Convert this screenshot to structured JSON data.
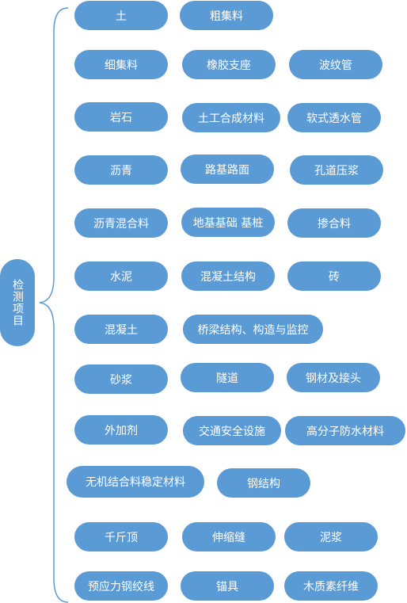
{
  "diagram": {
    "root": {
      "label": "检测项目"
    },
    "rows": [
      [
        "土",
        "粗集料"
      ],
      [
        "细集料",
        "橡胶支座",
        "波纹管"
      ],
      [
        "岩石",
        "土工合成材料",
        "软式透水管"
      ],
      [
        "沥青",
        "路基路面",
        "孔道压浆"
      ],
      [
        "沥青混合料",
        "地基基础 基桩",
        "掺合料"
      ],
      [
        "水泥",
        "混凝土结构",
        "砖"
      ],
      [
        "混凝土",
        "桥梁结构、构造与监控"
      ],
      [
        "砂浆",
        "隧道",
        "钢材及接头"
      ],
      [
        "外加剂",
        "交通安全设施",
        "高分子防水材料"
      ],
      [
        "无机结合料稳定材料",
        "钢结构"
      ],
      [
        "千斤顶",
        "伸缩缝",
        "泥浆"
      ],
      [
        "预应力钢绞线",
        "锚具",
        "木质素纤维"
      ]
    ],
    "colors": {
      "node": "#5B9BD5",
      "text": "#ffffff",
      "bracket": "#5B9BD5"
    }
  }
}
